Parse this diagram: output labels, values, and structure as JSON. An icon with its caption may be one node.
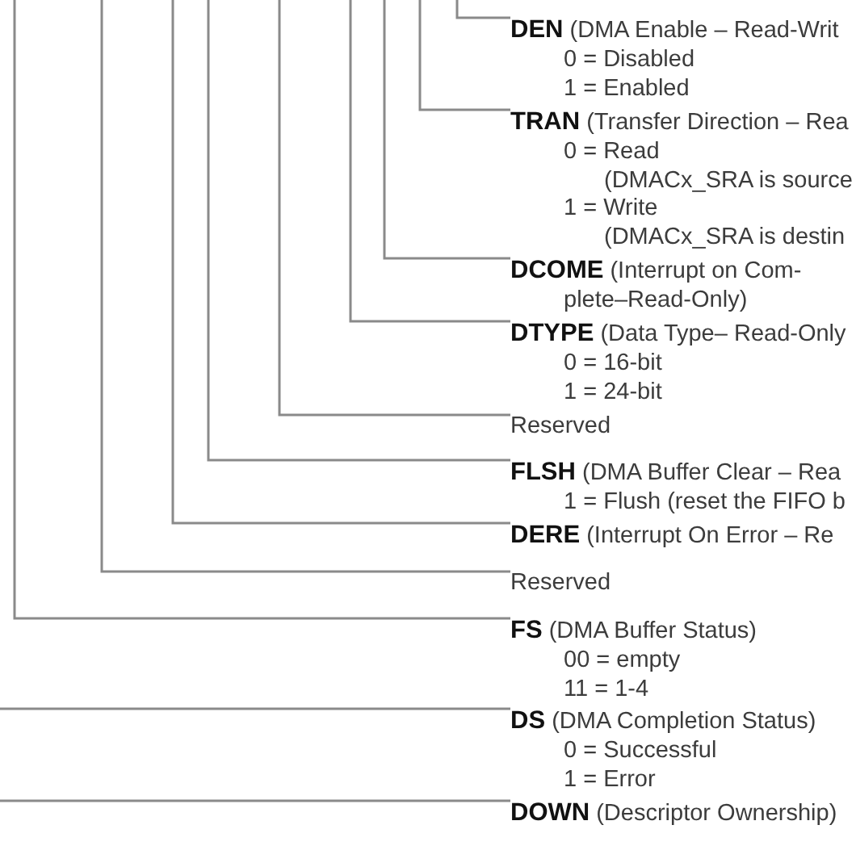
{
  "diagram": {
    "nodes": [
      {
        "text": [
          "**DEN** (DMA Enable – Read-Writ",
          "0 = Disabled",
          "1 = Enabled"
        ]
      },
      {
        "text": [
          "**TRAN** (Transfer Direction – Rea",
          "0 = Read",
          "(DMACx_SRA is source",
          "1 = Write",
          "(DMACx_SRA is destin"
        ]
      },
      {
        "text": [
          "**DCOME** (Interrupt on Com- plete–Read-Only)"
        ]
      },
      {
        "text": [
          "**DTYPE** (Data Type– Read-Only",
          "0 = 16-bit",
          "1 = 24-bit"
        ]
      },
      {
        "text": [
          "Reserved"
        ]
      },
      {
        "text": [
          "**FLSH** (DMA Buffer Clear – Rea",
          "1 = Flush (reset the FIFO b"
        ]
      },
      {
        "text": [
          "**DERE** (Interrupt On Error – Re"
        ]
      },
      {
        "text": [
          "Reserved"
        ]
      },
      {
        "text": [
          "**FS** (DMA Buffer Status)",
          "00 = empty",
          "11 = 1-4"
        ]
      },
      {
        "text": [
          "**DS** (DMA Completion Status)",
          "0 = Successful",
          "1 = Error"
        ]
      },
      {
        "text": [
          "**DOWN** (Descriptor Ownership)"
        ]
      }
    ],
    "edges": [
      {
        "from": null,
        "to": 0,
        "arrow": "none"
      },
      {
        "from": null,
        "to": 1,
        "arrow": "none"
      },
      {
        "from": null,
        "to": 2,
        "arrow": "none"
      },
      {
        "from": null,
        "to": 3,
        "arrow": "none"
      },
      {
        "from": null,
        "to": 4,
        "arrow": "none"
      },
      {
        "from": null,
        "to": 5,
        "arrow": "none"
      },
      {
        "from": null,
        "to": 6,
        "arrow": "none"
      },
      {
        "from": null,
        "to": 7,
        "arrow": "none"
      },
      {
        "from": null,
        "to": 8,
        "arrow": "none"
      },
      {
        "from": null,
        "to": 9,
        "arrow": "none"
      },
      {
        "from": null,
        "to": 10,
        "arrow": "none"
      }
    ]
  }
}
